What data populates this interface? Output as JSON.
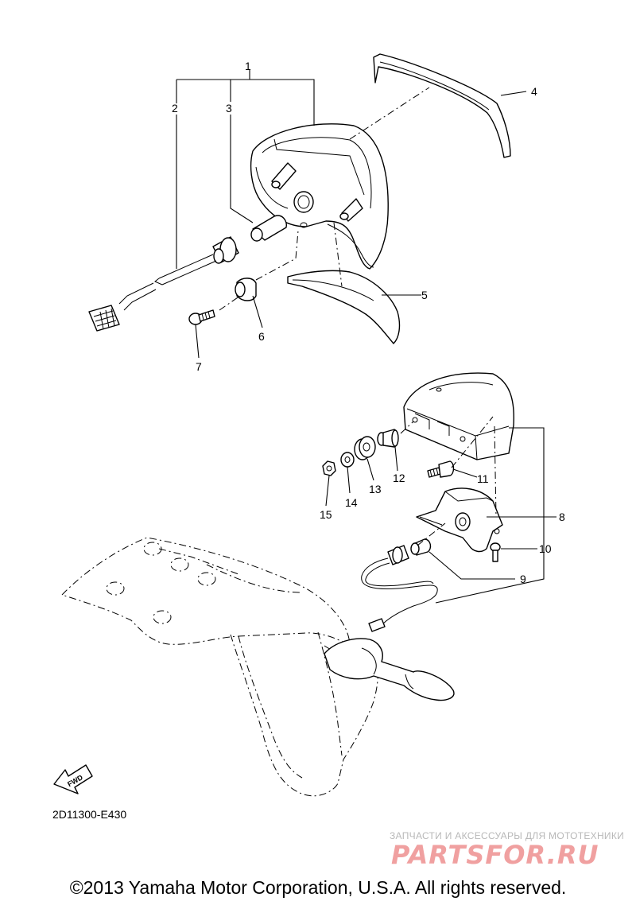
{
  "diagram": {
    "callouts": [
      {
        "id": "1",
        "label": "1"
      },
      {
        "id": "2",
        "label": "2"
      },
      {
        "id": "3",
        "label": "3"
      },
      {
        "id": "4",
        "label": "4"
      },
      {
        "id": "5",
        "label": "5"
      },
      {
        "id": "6",
        "label": "6"
      },
      {
        "id": "7",
        "label": "7"
      },
      {
        "id": "8",
        "label": "8"
      },
      {
        "id": "9",
        "label": "9"
      },
      {
        "id": "10",
        "label": "10"
      },
      {
        "id": "11",
        "label": "11"
      },
      {
        "id": "12",
        "label": "12"
      },
      {
        "id": "13",
        "label": "13"
      },
      {
        "id": "14",
        "label": "14"
      },
      {
        "id": "15",
        "label": "15"
      }
    ],
    "fwd_label": "FWD",
    "diagram_code": "2D11300-E430"
  },
  "watermark": {
    "tagline": "ЗАПЧАСТИ И АКСЕССУАРЫ ДЛЯ МОТОТЕХНИКИ",
    "logo": "PARTSFOR.RU"
  },
  "footer": {
    "copyright": "©2013 Yamaha Motor Corporation, U.S.A. All rights reserved."
  },
  "colors": {
    "line": "#000000",
    "watermark_text": "#b8b8b8",
    "watermark_logo": "#f0a0a0"
  }
}
